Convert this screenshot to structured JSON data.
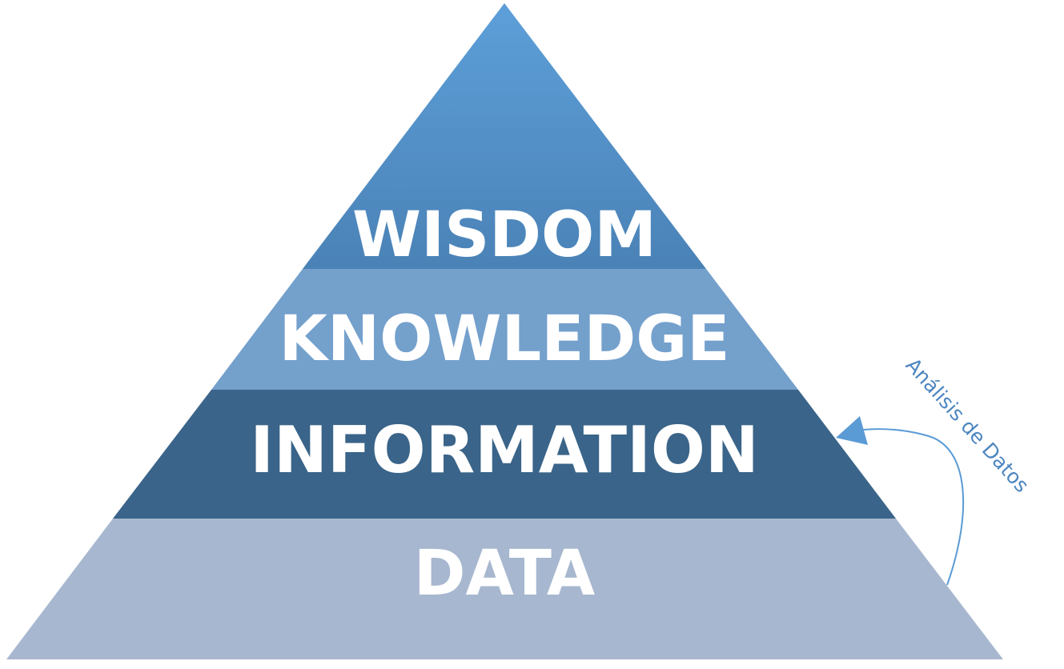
{
  "levels": [
    {
      "label": "WISDOM",
      "color": "#4f8ac0"
    },
    {
      "label": "KNOWLEDGE",
      "color": "#74a0cc"
    },
    {
      "label": "INFORMATION",
      "color": "#3a6489"
    },
    {
      "label": "DATA",
      "color": "#a7b7cf"
    }
  ],
  "annotation": {
    "label": "Análisis de Datos",
    "color": "#4e86c0",
    "arrow_color": "#5b9bd5"
  }
}
